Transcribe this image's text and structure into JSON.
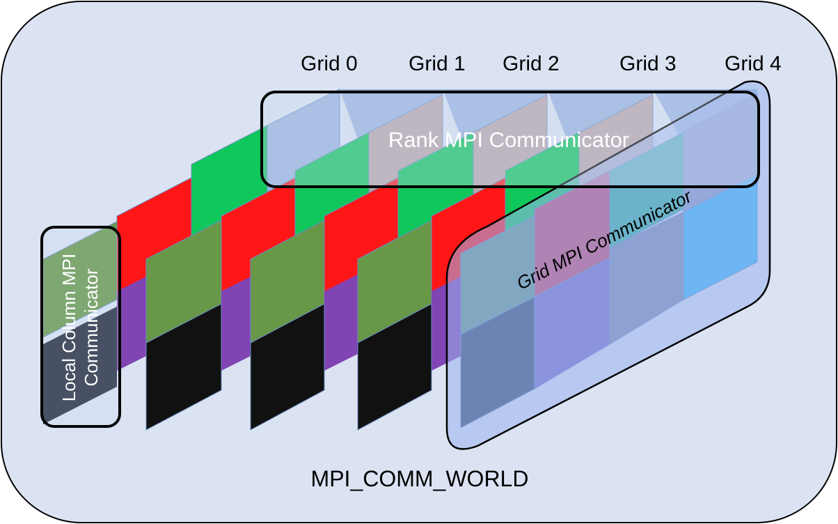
{
  "diagram": {
    "world_label": "MPI_COMM_WORLD",
    "grid_labels": [
      "Grid 0",
      "Grid 1",
      "Grid 2",
      "Grid 3",
      "Grid 4"
    ],
    "rank_communicator_label": "Rank MPI Communicator",
    "grid_communicator_label": "Grid MPI Communicator",
    "local_column_label_line1": "Local Column MPI",
    "local_column_label_line2": "Communicator"
  },
  "colors": {
    "background_panel": "#dbe3f3",
    "tile_blue": "#9ab4dd",
    "tile_taupe": "#b9a7a9",
    "tile_green": "#10c75c",
    "tile_red": "#ff1717",
    "tile_olive": "#679747",
    "tile_purple": "#8044b3",
    "tile_black": "#111111",
    "grid4_teal": "#31b29b",
    "grid4_rose": "#c8486a",
    "grid4_steel": "#7d8db0",
    "grid4_sky": "#36b5f8",
    "grid4_slate": "#344a6b",
    "grid4_violet": "#7b6acb"
  }
}
